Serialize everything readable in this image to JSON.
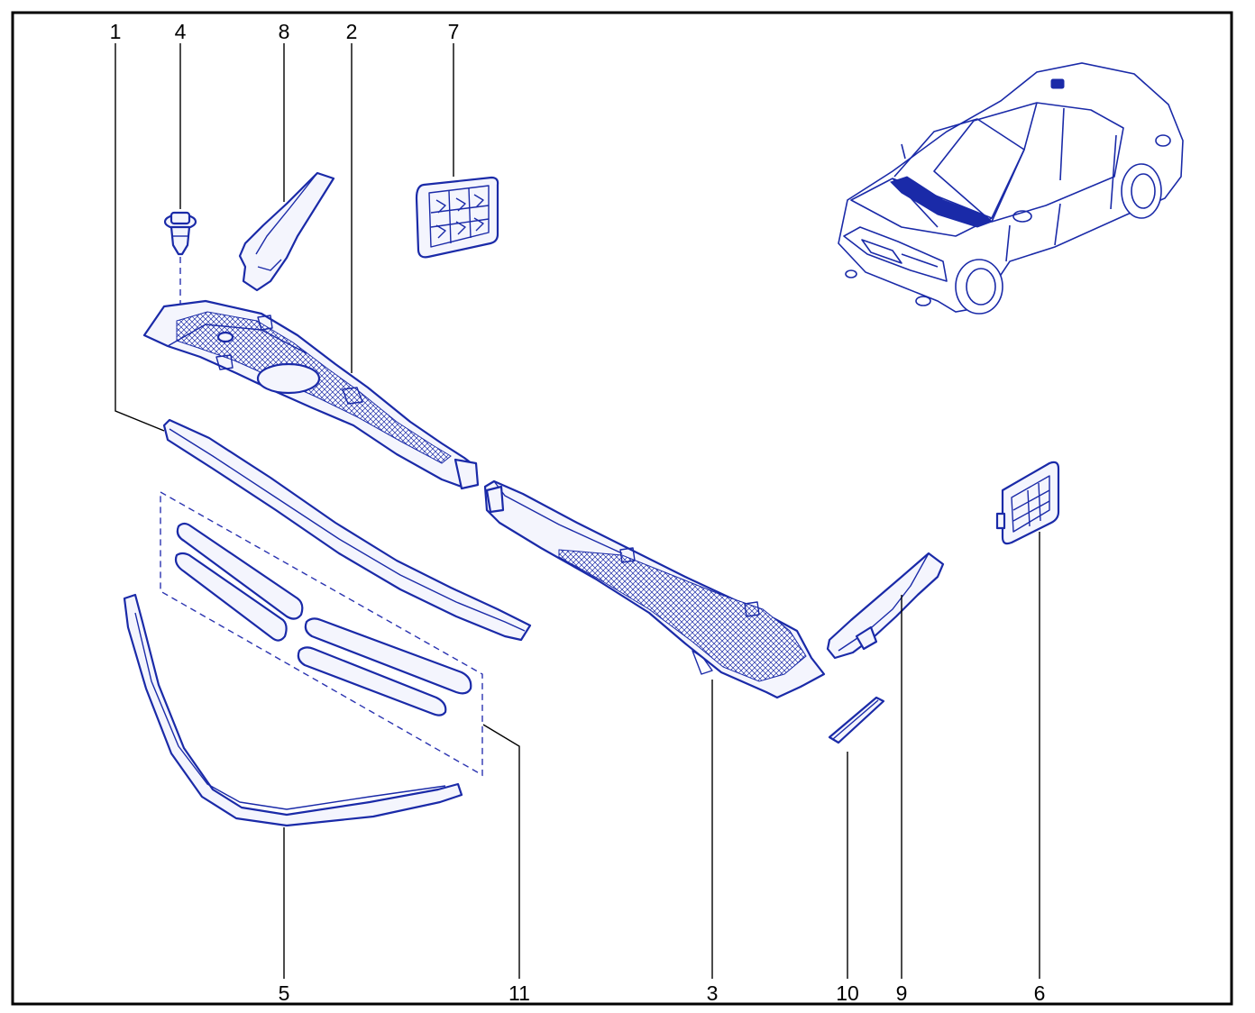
{
  "callouts": {
    "c1": "1",
    "c2": "2",
    "c3": "3",
    "c4": "4",
    "c5": "5",
    "c6": "6",
    "c7": "7",
    "c8": "8",
    "c9": "9",
    "c10": "10",
    "c11": "11"
  },
  "colors": {
    "line": "#1a2aa8",
    "frame": "#000000",
    "background": "#ffffff"
  }
}
